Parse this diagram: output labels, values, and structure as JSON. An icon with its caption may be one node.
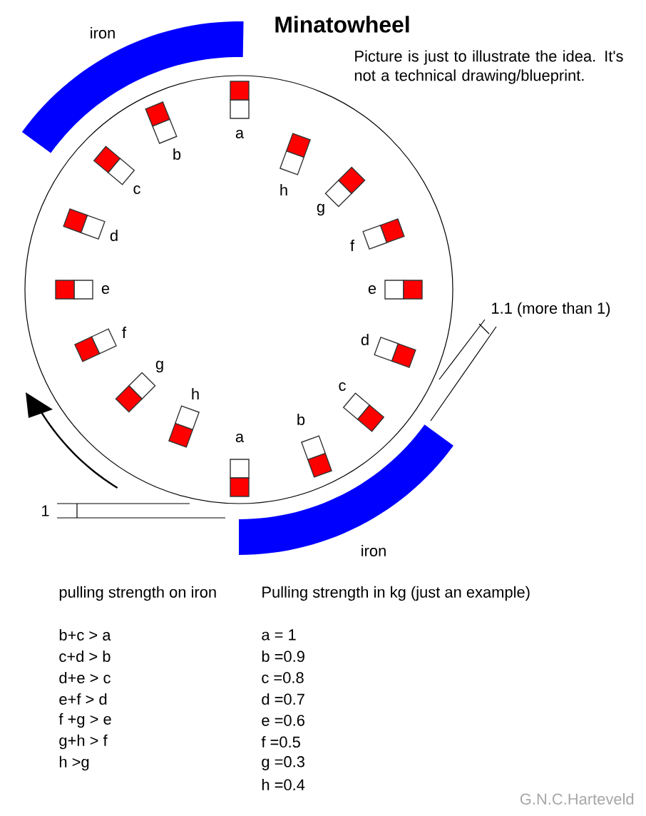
{
  "diagram": {
    "title": "Minatowheel",
    "nodes": [
      {
        "text": [
          "iron"
        ]
      },
      {
        "text": [
          "iron"
        ]
      }
    ],
    "labels": [
      "Picture is just to illustrate the idea. It's not a technical drawing/blueprint.",
      "a",
      "b",
      "c",
      "h",
      "g",
      "d",
      "f",
      "e",
      "e",
      "1.1 (more than 1)",
      "f",
      "d",
      "g",
      "c",
      "h",
      "b",
      "a",
      "1",
      "pulling strength on iron",
      "Pulling strength in kg  (just an example)",
      "b+c > a",
      "a = 1",
      "c+d > b",
      "b =0.9",
      "d+e > c",
      "c =0.8",
      "e+f  > d",
      "d =0.7",
      "f +g > e",
      "e =0.6",
      "g+h > f",
      "f =0.5",
      "h >g",
      "g =0.3",
      "h =0.4",
      "G.N.C.Harteveld"
    ]
  }
}
